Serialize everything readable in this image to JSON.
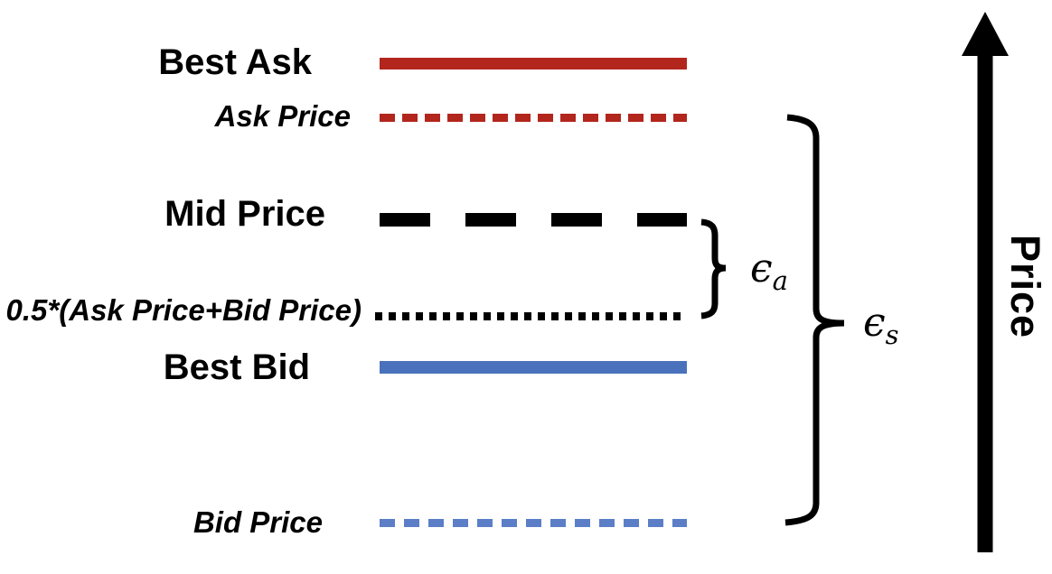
{
  "diagram": {
    "labels": {
      "best_ask": "Best Ask",
      "ask_price": "Ask Price",
      "mid_price": "Mid Price",
      "mid_formula": "0.5*(Ask Price+Bid Price)",
      "best_bid": "Best Bid",
      "bid_price": "Bid Price",
      "axis": "Price"
    },
    "annotations": {
      "epsilon_a": {
        "symbol": "ϵ",
        "subscript": "a",
        "spans": "Mid Price to 0.5*(Ask Price+Bid Price)"
      },
      "epsilon_s": {
        "symbol": "ϵ",
        "subscript": "s",
        "spans": "Ask Price to Bid Price"
      }
    },
    "lines": [
      {
        "name": "best-ask-line",
        "style": "solid",
        "color_ref": "ask_red"
      },
      {
        "name": "ask-price-line",
        "style": "dashed",
        "color_ref": "ask_red"
      },
      {
        "name": "mid-price-line",
        "style": "long-dash",
        "color_ref": "ink"
      },
      {
        "name": "mid-formula-line",
        "style": "dotted",
        "color_ref": "ink"
      },
      {
        "name": "best-bid-line",
        "style": "solid",
        "color_ref": "bid_blue"
      },
      {
        "name": "bid-price-line",
        "style": "dashed",
        "color_ref": "bid_blue_light"
      }
    ],
    "colors": {
      "ink": "#000000",
      "ask_red": "#B2261D",
      "bid_blue": "#4A72BC",
      "bid_blue_light": "#5B7EC7"
    },
    "axis": {
      "label": "Price",
      "direction": "up"
    }
  }
}
